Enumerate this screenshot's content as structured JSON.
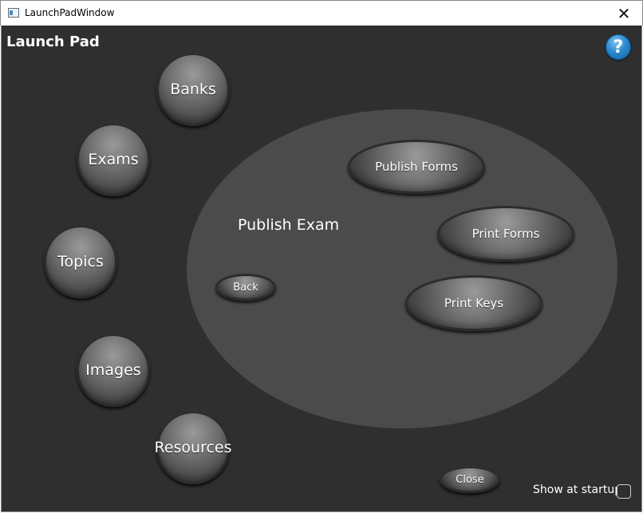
{
  "window": {
    "title": "LaunchPadWindow",
    "close_glyph": "✕"
  },
  "launchpad": {
    "heading": "Launch Pad",
    "help_glyph": "?",
    "nav": [
      {
        "label": "Banks"
      },
      {
        "label": "Exams"
      },
      {
        "label": "Topics"
      },
      {
        "label": "Images"
      },
      {
        "label": "Resources"
      }
    ],
    "panel": {
      "title": "Publish Exam",
      "actions": [
        {
          "label": "Publish Forms"
        },
        {
          "label": "Print Forms"
        },
        {
          "label": "Print Keys"
        }
      ],
      "back_label": "Back"
    },
    "close_label": "Close",
    "show_at_startup": {
      "label": "Show at startup",
      "checked": false
    }
  },
  "colors": {
    "background": "#2f2f2f",
    "panel": "#4b4b4b",
    "help_blue": "#2a88cf",
    "text": "#ffffff"
  }
}
